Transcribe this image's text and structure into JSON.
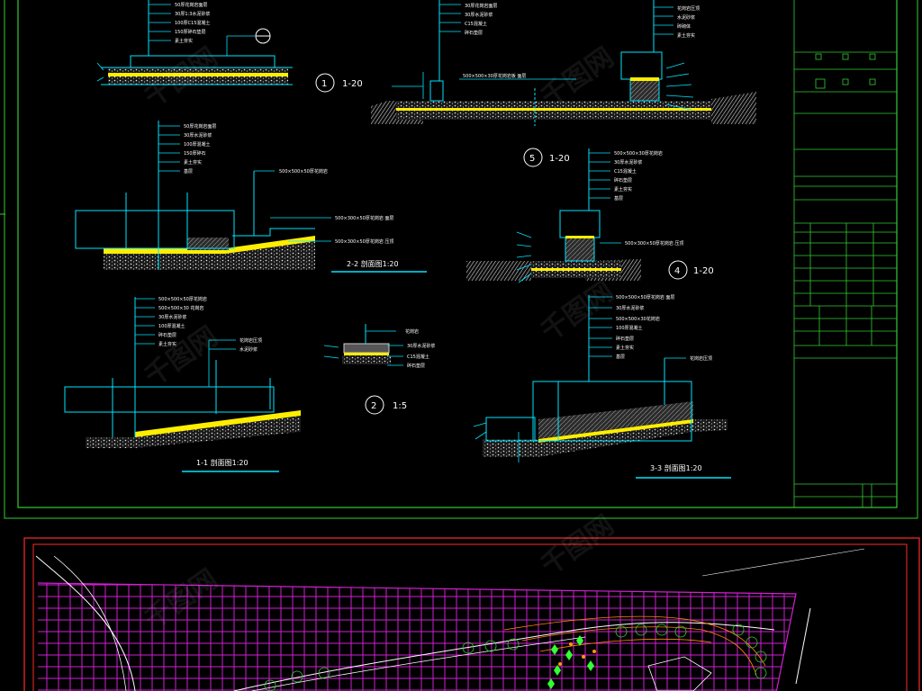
{
  "drawing": {
    "details": [
      {
        "id": "1",
        "scale": "1-20"
      },
      {
        "id": "5",
        "scale": "1-20"
      },
      {
        "id": "4",
        "scale": "1-20"
      },
      {
        "id": "2",
        "scale": "1:5"
      }
    ],
    "sections": [
      {
        "title": "2-2 剖面图1:20"
      },
      {
        "title": "1-1 剖面图1:20"
      },
      {
        "title": "3-3 剖面图1:20"
      }
    ]
  },
  "watermark": "千图网",
  "colors": {
    "frame": "#33cc33",
    "layer_cyan": "#00e5ff",
    "layer_yellow": "#ffee00",
    "grid": "#d020d0",
    "border": "#ff2a2a"
  }
}
